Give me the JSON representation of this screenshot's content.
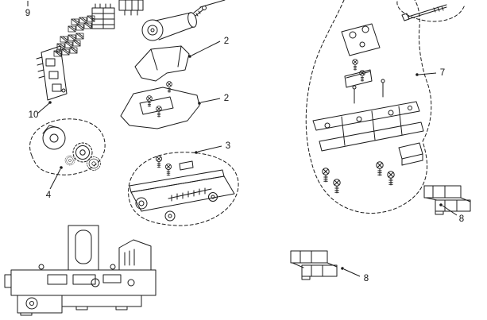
{
  "diagram": {
    "background_color": "#ffffff",
    "line_color": "#1b1b1b",
    "callouts": [
      {
        "id": "callout-9",
        "label": "9"
      },
      {
        "id": "callout-10",
        "label": "10"
      },
      {
        "id": "callout-4",
        "label": "4"
      },
      {
        "id": "callout-2-upper",
        "label": "2"
      },
      {
        "id": "callout-2-lower",
        "label": "2"
      },
      {
        "id": "callout-3",
        "label": "3"
      },
      {
        "id": "callout-7",
        "label": "7"
      },
      {
        "id": "callout-8-right",
        "label": "8"
      },
      {
        "id": "callout-8-bottom",
        "label": "8"
      }
    ]
  }
}
